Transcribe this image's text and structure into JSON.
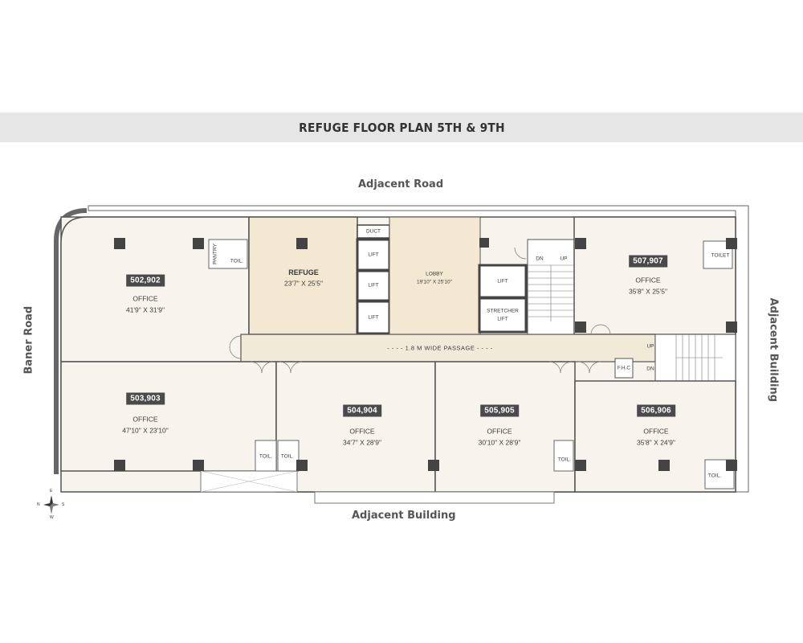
{
  "title": "REFUGE FLOOR PLAN 5TH & 9TH",
  "roads": {
    "top": "Adjacent Road",
    "bottom": "Adjacent Building",
    "left": "Baner Road",
    "right": "Adjacent Building"
  },
  "units": [
    {
      "id": "502,902",
      "name": "OFFICE",
      "size": "41'9\" X 31'9\""
    },
    {
      "id": "503,903",
      "name": "OFFICE",
      "size": "47'10\" X 23'10\""
    },
    {
      "id": "504,904",
      "name": "OFFICE",
      "size": "34'7\" X 28'9\""
    },
    {
      "id": "505,905",
      "name": "OFFICE",
      "size": "30'10\" X 28'9\""
    },
    {
      "id": "506,906",
      "name": "OFFICE",
      "size": "35'8\" X 24'9\""
    },
    {
      "id": "507,907",
      "name": "OFFICE",
      "size": "35'8\" X 25'5\""
    }
  ],
  "refuge": {
    "name": "REFUGE",
    "size": "23'7\" X 25'5\""
  },
  "lobby": {
    "name": "LOBBY",
    "size": "19'10\" X 25'10\""
  },
  "passage": "- - - - 1.8 M WIDE PASSAGE - - - -",
  "core": {
    "duct": "DUCT",
    "lift": "LIFT",
    "stretcher_lift": [
      "STRETCHER",
      "LIFT"
    ],
    "dn": "DN",
    "up": "UP",
    "fhc": "F.H.C",
    "toilet": "TOIL.",
    "toilet_full": "TOILET",
    "pantry": "PANTRY"
  },
  "compass": {
    "n": "N",
    "s": "S",
    "e": "E",
    "w": "W"
  },
  "colors": {
    "office_fill": "#f6f4ec",
    "refuge_fill": "#f3e8d2",
    "passage_fill": "#f1ead8",
    "wall": "#555555",
    "column": "#444444",
    "badge": "#4a4a4a",
    "band": "#e6e6e6"
  }
}
